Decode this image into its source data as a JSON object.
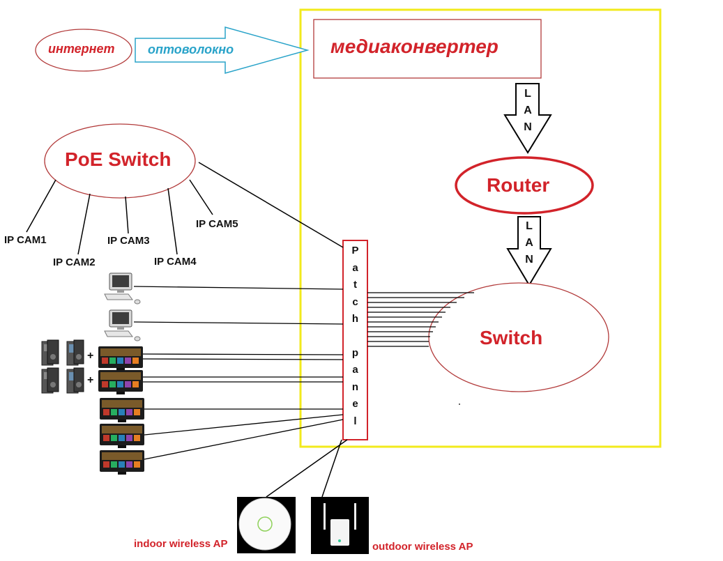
{
  "internet": "интернет",
  "fiber": "оптоволокно",
  "media_converter": "медиаконвертер",
  "lan_top": [
    "L",
    "A",
    "N"
  ],
  "lan_bottom": [
    "L",
    "A",
    "N"
  ],
  "router": "Router",
  "switch": "Switch",
  "poe_switch": "PoE Switch",
  "cams": {
    "cam1": "IP CAM1",
    "cam2": "IP CAM2",
    "cam3": "IP CAM3",
    "cam4": "IP CAM4",
    "cam5": "IP CAM5"
  },
  "patch": [
    "P",
    "a",
    "t",
    "c",
    "h"
  ],
  "panel": [
    "p",
    "a",
    "n",
    "e",
    "l"
  ],
  "plus": "+",
  "indoor_ap": "indoor wireless AP",
  "outdoor_ap": "outdoor wireless AP",
  "colors": {
    "red": "#d2232a",
    "blue": "#29a3c9",
    "yellow": "#f2ea1c",
    "outline_red": "#b23a3a"
  }
}
